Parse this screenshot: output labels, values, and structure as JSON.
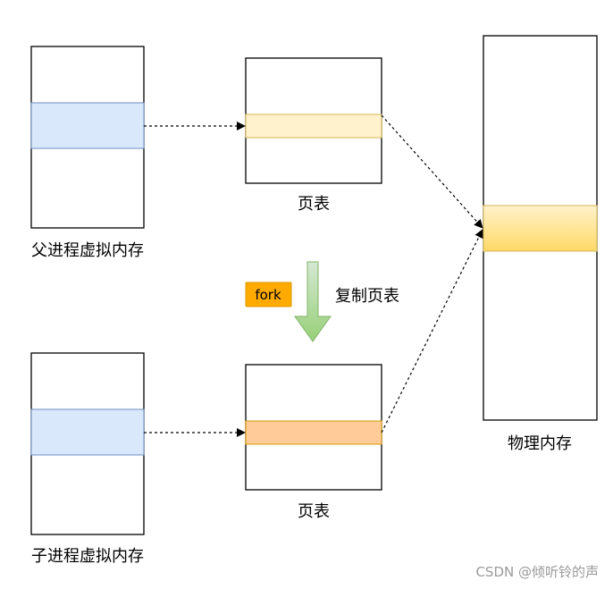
{
  "labels": {
    "parent_virtual_memory": "父进程虚拟内存",
    "child_virtual_memory": "子进程虚拟内存",
    "page_table_top": "页表",
    "page_table_bottom": "页表",
    "physical_memory": "物理内存",
    "fork": "fork",
    "copy_page_table": "复制页表"
  },
  "watermark": "CSDN @倾听铃的声",
  "colors": {
    "virtual_region": "#dae8fc",
    "virtual_region_border": "#6c8ebf",
    "page_table_top_entry": "#fff2cc",
    "page_table_top_entry_border": "#d6b656",
    "page_table_bottom_entry": "#ffcc99",
    "page_table_bottom_entry_border": "#d79b00",
    "physical_region_light": "#fff2cc",
    "physical_region_dark": "#ffd966",
    "physical_region_border": "#d6b656",
    "fork_badge": "#ffaa00",
    "fork_badge_border": "#d79b00",
    "arrow_light": "#d5e8d4",
    "arrow_dark": "#97d077",
    "arrow_border": "#82b366"
  }
}
